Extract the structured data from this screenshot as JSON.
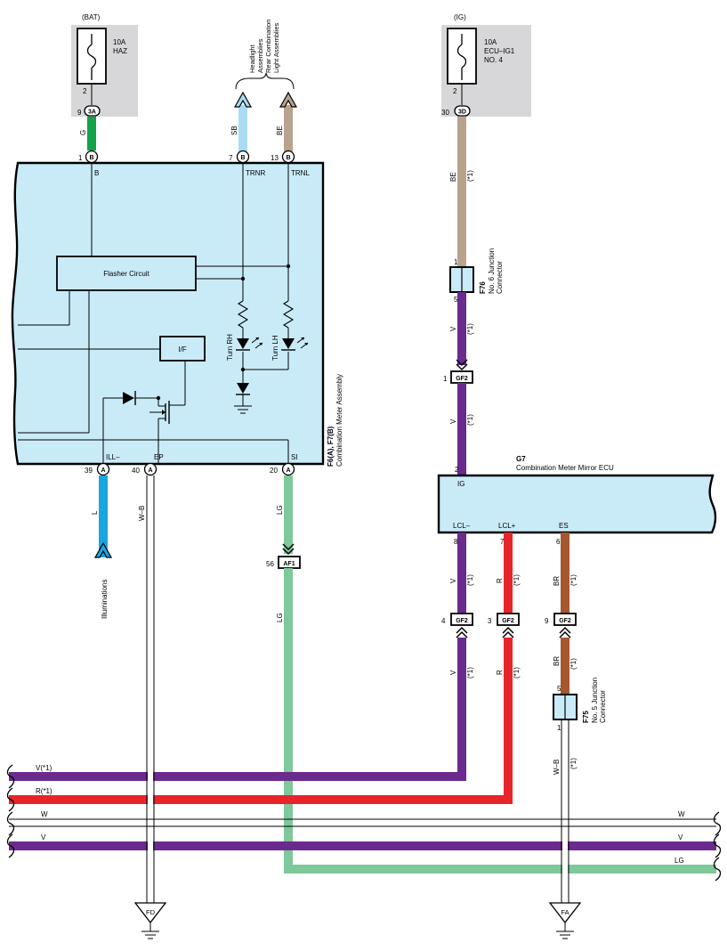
{
  "colors": {
    "G": "#13a34b",
    "SB": "#a9dcf3",
    "BE": "#b8a38c",
    "V": "#6b2a8e",
    "R": "#e8242b",
    "BR": "#a5582e",
    "L": "#19a5df",
    "LG": "#7fc89a",
    "panel": "#c9ebf8",
    "fuse_bg": "#d7d7d9"
  },
  "fuses": {
    "left": {
      "source": "(BAT)",
      "rating": "10A",
      "name": "HAZ",
      "pin_top": "2",
      "pin_side": "9",
      "connector": "3A"
    },
    "right": {
      "source": "(IG)",
      "rating": "10A",
      "name_line1": "ECU–IG1",
      "name_line2": "NO. 4",
      "pin_top": "2",
      "pin_side": "30",
      "connector": "3D"
    }
  },
  "headlight": {
    "line1": "Headlight",
    "line2": "Assemblies",
    "line3": "Rear Combination",
    "line4": "Light Assemblies"
  },
  "combination_meter": {
    "id": "F6(A), F7(B)",
    "name": "Combination Meter Assembly",
    "flasher": "Flasher Circuit",
    "iface": "I/F",
    "turn_rh": "Turn RH",
    "turn_lh": "Turn LH",
    "top_pins": [
      {
        "num": "1",
        "conn": "B",
        "label": "B",
        "wire": "G"
      },
      {
        "num": "7",
        "conn": "B",
        "label": "TRNR",
        "wire": "SB"
      },
      {
        "num": "13",
        "conn": "B",
        "label": "TRNL",
        "wire": "BE"
      }
    ],
    "bottom_pins": [
      {
        "num": "39",
        "conn": "A",
        "label": "ILL–",
        "wire": "L"
      },
      {
        "num": "40",
        "conn": "A",
        "label": "EP",
        "wire": "W–B"
      },
      {
        "num": "20",
        "conn": "A",
        "label": "SI",
        "wire": "LG"
      }
    ]
  },
  "wire_labels": {
    "G": "G",
    "SB": "SB",
    "BE": "BE",
    "BE_note": "(*1)",
    "V": "V",
    "V_note": "(*1)",
    "R": "R",
    "R_note": "(*1)",
    "BR": "BR",
    "BR_note": "(*1)",
    "L": "L",
    "WB": "W–B",
    "WB_note": "(*1)",
    "LG": "LG"
  },
  "illuminations": "Illuminations",
  "junction_f76": {
    "id": "F76",
    "line1": "No. 6 Junction",
    "line2": "Connector",
    "pin_top": "1",
    "pin_bottom": "5"
  },
  "junction_f75": {
    "id": "F75",
    "line1": "No. 5 Junction",
    "line2": "Connector",
    "pin_top": "5",
    "pin_bottom": "1"
  },
  "gf2_top": {
    "pin": "1",
    "name": "GF2"
  },
  "af1": {
    "pin": "56",
    "name": "AF1"
  },
  "gf2_row": [
    {
      "pin": "4",
      "name": "GF2"
    },
    {
      "pin": "3",
      "name": "GF2"
    },
    {
      "pin": "9",
      "name": "GF2"
    }
  ],
  "mirror_ecu": {
    "id": "G7",
    "name": "Combination Meter Mirror ECU",
    "top_pin": {
      "num": "2",
      "label": "IG"
    },
    "bottom_pins": [
      {
        "num": "8",
        "label": "LCL–"
      },
      {
        "num": "7",
        "label": "LCL+"
      },
      {
        "num": "6",
        "label": "ES"
      }
    ]
  },
  "buses": [
    {
      "label": "V(*1)",
      "color_key": "V"
    },
    {
      "label": "R(*1)",
      "color_key": "R"
    },
    {
      "label": "W",
      "right_label": "W",
      "color_key": "W"
    },
    {
      "label": "V",
      "right_label": "V",
      "color_key": "V"
    },
    {
      "right_label": "LG",
      "color_key": "LG"
    }
  ],
  "grounds": {
    "fd": "FD",
    "fa": "FA"
  }
}
